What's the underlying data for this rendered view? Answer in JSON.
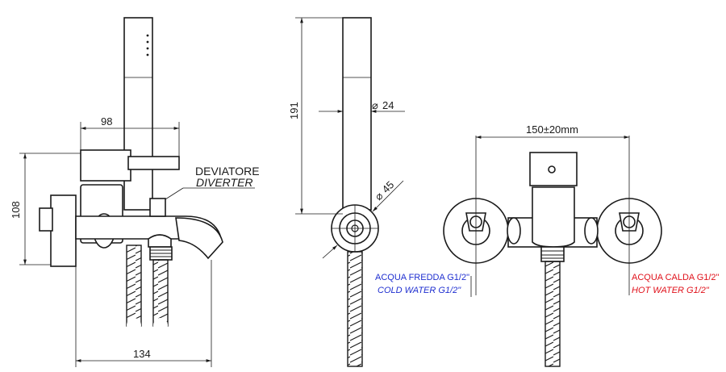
{
  "dimensions": {
    "width_98": "98",
    "height_108": "108",
    "width_134": "134",
    "height_191": "191",
    "diameter_24": "24",
    "diameter_45": "45",
    "spacing": "150±20mm"
  },
  "labels": {
    "deviatore": "DEVIATORE",
    "diverter": "DIVERTER",
    "acqua_fredda": "ACQUA FREDDA G1/2\"",
    "cold_water": "COLD WATER G1/2\"",
    "acqua_calda": "ACQUA CALDA G1/2\"",
    "hot_water": "HOT WATER G1/2\""
  },
  "colors": {
    "cold": "#1f2fd0",
    "hot": "#e0101a",
    "line": "#1a1a1a"
  },
  "symbols": {
    "diameter": "⌀"
  }
}
